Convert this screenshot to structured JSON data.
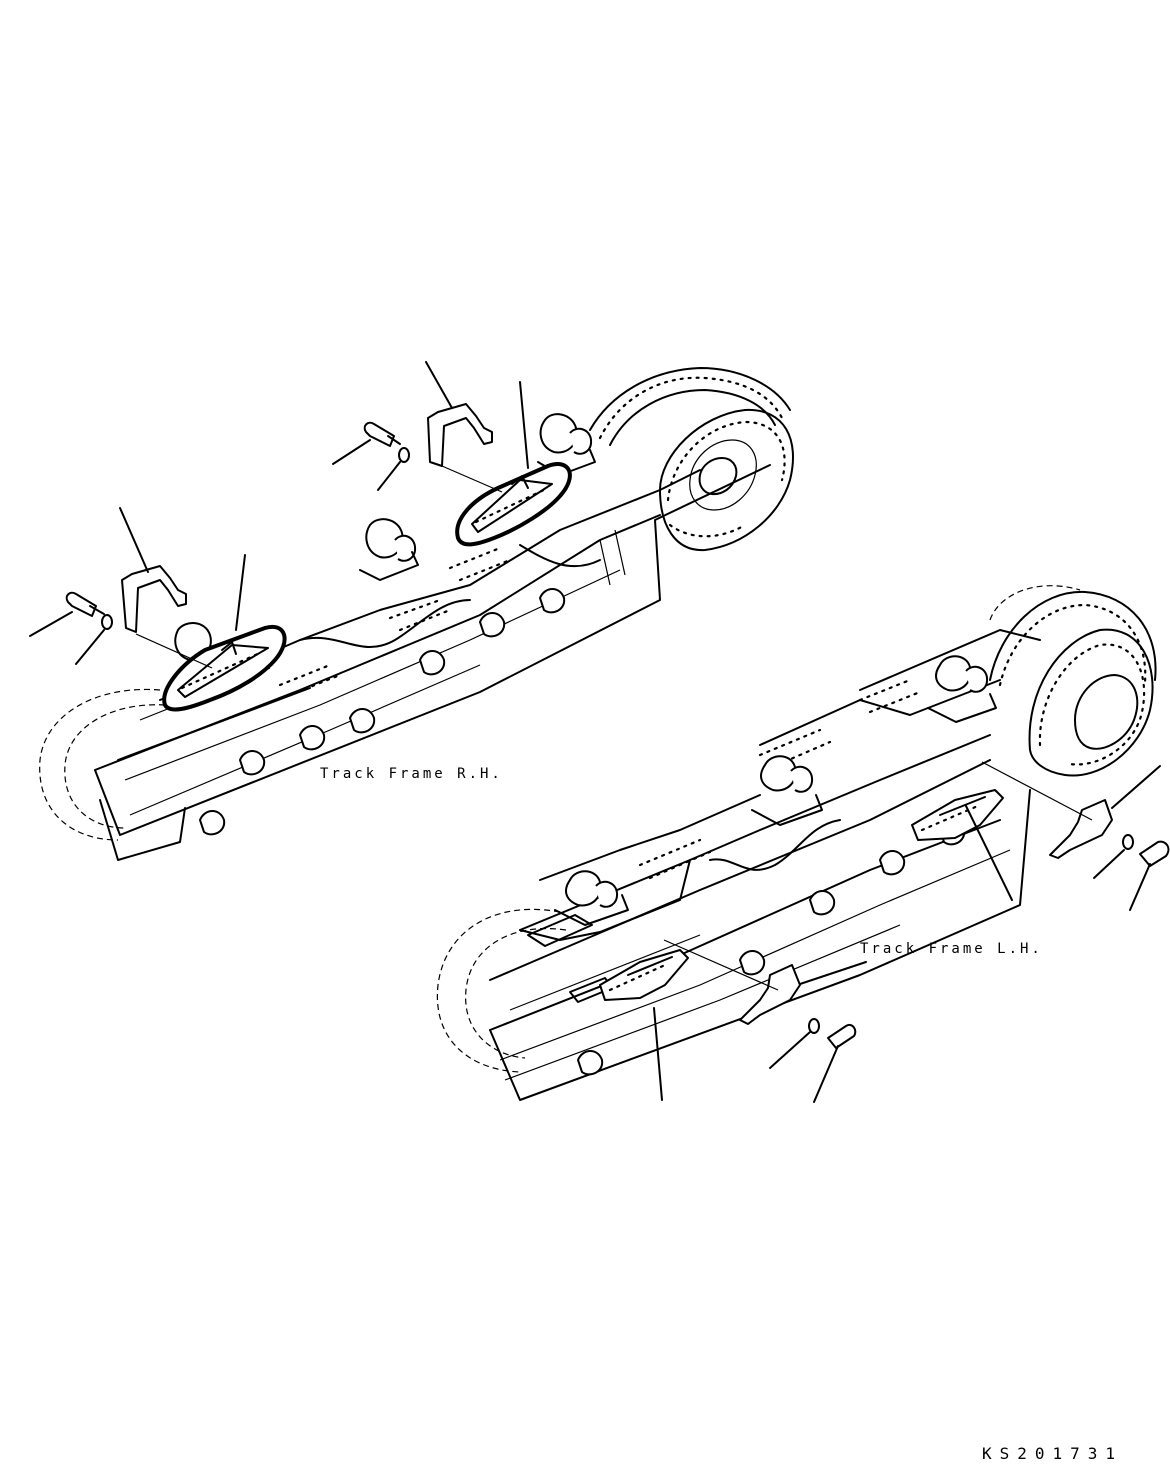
{
  "labels": {
    "track_frame_rh": "Track Frame R.H.",
    "track_frame_lh": "Track Frame L.H."
  },
  "drawing_code": "KS201731"
}
